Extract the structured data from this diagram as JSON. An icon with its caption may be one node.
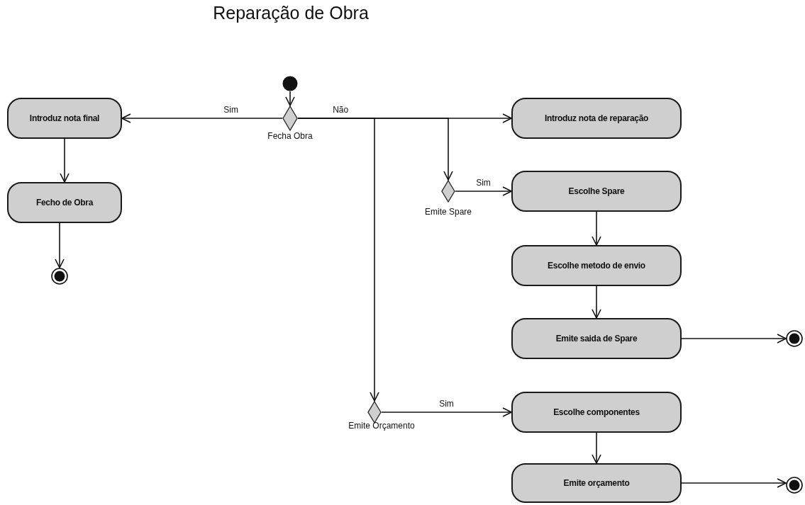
{
  "diagram": {
    "title": "Reparação de Obra",
    "nodes": [
      {
        "text": [],
        "shape": "circle"
      },
      {
        "text": [],
        "shape": "diamond",
        "beside": [
          "Fecha Obra"
        ]
      },
      {
        "text": [
          "Introduz nota final"
        ]
      },
      {
        "text": [
          "Fecho de Obra"
        ]
      },
      {
        "text": [],
        "shape": "bullseye"
      },
      {
        "text": [
          "Introduz nota de reparação"
        ]
      },
      {
        "text": [],
        "shape": "diamond",
        "beside": [
          "Emite Spare"
        ]
      },
      {
        "text": [
          "Escolhe Spare"
        ]
      },
      {
        "text": [
          "Escolhe metodo de envio"
        ]
      },
      {
        "text": [
          "Emite saida de Spare"
        ]
      },
      {
        "text": [],
        "shape": "bullseye"
      },
      {
        "text": [],
        "shape": "diamond",
        "beside": [
          "Emite Orçamento"
        ]
      },
      {
        "text": [
          "Escolhe componentes"
        ]
      },
      {
        "text": [
          "Emite orçamento"
        ]
      },
      {
        "text": [],
        "shape": "bullseye"
      }
    ],
    "edges": [
      {
        "from": 0,
        "to": 1,
        "arrow": "to"
      },
      {
        "from": 1,
        "to": 2,
        "arrow": "to",
        "label": "Sim"
      },
      {
        "from": 1,
        "to": 5,
        "arrow": "to",
        "label": "Não"
      },
      {
        "from": 1,
        "to": 6,
        "arrow": "to"
      },
      {
        "from": 1,
        "to": 11,
        "arrow": "to"
      },
      {
        "from": 2,
        "to": 3,
        "arrow": "to"
      },
      {
        "from": 3,
        "to": 4,
        "arrow": "to"
      },
      {
        "from": 6,
        "to": 7,
        "arrow": "to",
        "label": "Sim"
      },
      {
        "from": 7,
        "to": 8,
        "arrow": "to"
      },
      {
        "from": 8,
        "to": 9,
        "arrow": "to"
      },
      {
        "from": 9,
        "to": 10,
        "arrow": "to"
      },
      {
        "from": 11,
        "to": 12,
        "arrow": "to",
        "label": "Sim"
      },
      {
        "from": 12,
        "to": 13,
        "arrow": "to"
      },
      {
        "from": 13,
        "to": 14,
        "arrow": "to"
      }
    ]
  }
}
